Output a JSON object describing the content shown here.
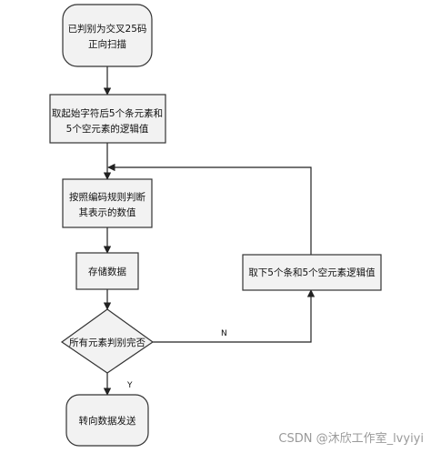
{
  "nodes": {
    "start_line1": "已判别为交叉25码",
    "start_line2": "正向扫描",
    "read_line1": "取起始字符后5个条元素和",
    "read_line2": "5个空元素的逻辑值",
    "decode_line1": "按照编码规则判断",
    "decode_line2": "其表示的数值",
    "store": "存储数据",
    "decision": "所有元素判别完否",
    "next": "取下5个条和5个空元素逻辑值",
    "end": "转向数据发送"
  },
  "edge_labels": {
    "no": "N",
    "yes": "Y"
  },
  "watermark": "CSDN @沐欣工作室_lvyiyi",
  "colors": {
    "fill": "#f2f2f2",
    "stroke": "#333333",
    "line": "#222222"
  }
}
